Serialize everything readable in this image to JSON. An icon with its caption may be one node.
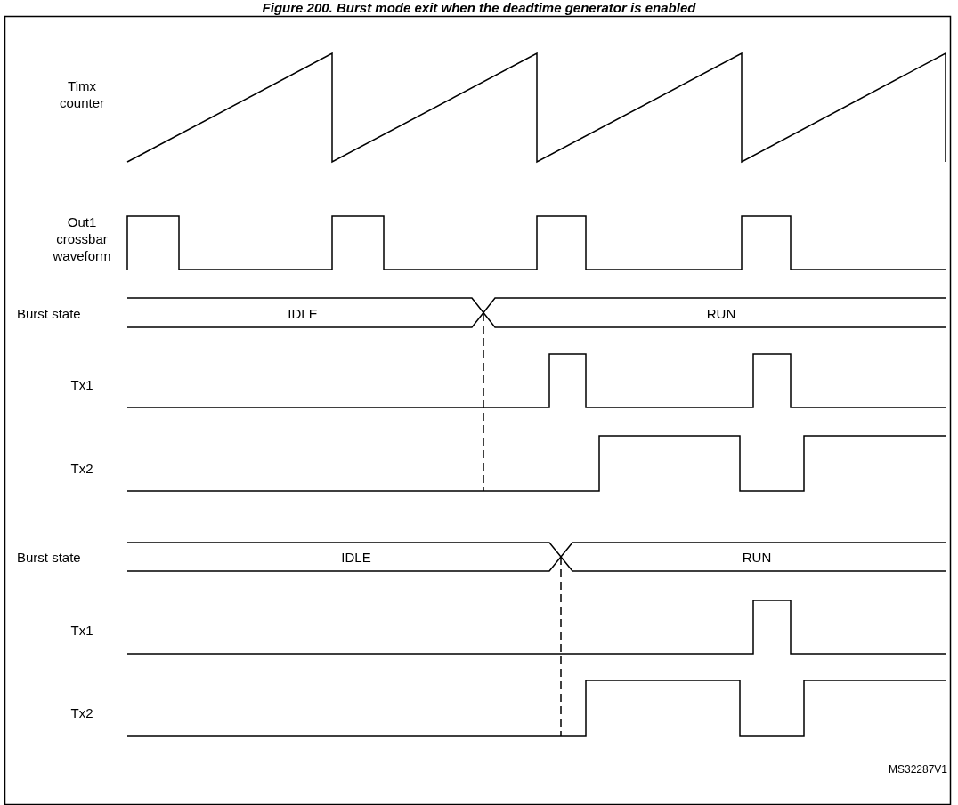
{
  "diagram": {
    "title": "Figure 200. Burst mode exit when the deadtime generator is enabled",
    "labels": [
      "Timx counter",
      "Out1 crossbar waveform",
      "Burst state",
      "IDLE",
      "RUN",
      "Tx1",
      "Tx2",
      "Burst state",
      "IDLE",
      "RUN",
      "Tx1",
      "Tx2",
      "MS32287V1"
    ]
  }
}
